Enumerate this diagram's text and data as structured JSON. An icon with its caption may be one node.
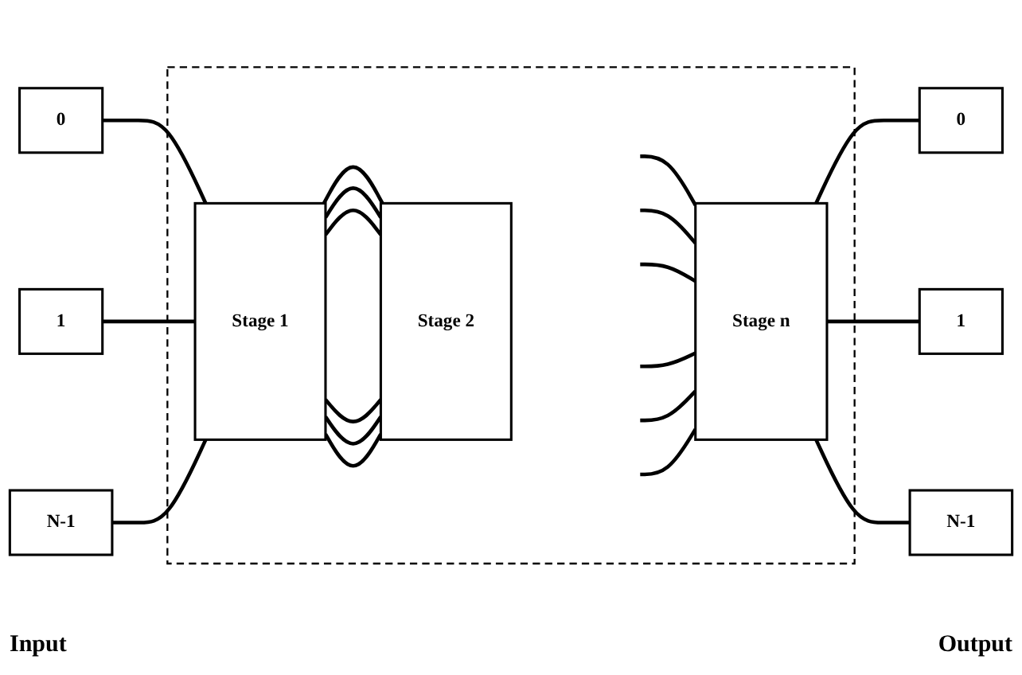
{
  "diagram": {
    "nodes": [
      {
        "text": [
          "0"
        ]
      },
      {
        "text": [
          "1"
        ]
      },
      {
        "text": [
          "N-1"
        ]
      },
      {
        "text": [],
        "shape": "box"
      },
      {
        "text": [
          "Stage 1"
        ],
        "in": 3
      },
      {
        "text": [
          "Stage 2"
        ],
        "in": 3
      },
      {
        "text": [
          "Stage n"
        ],
        "in": 3
      },
      {
        "text": [
          "0"
        ]
      },
      {
        "text": [
          "1"
        ]
      },
      {
        "text": [
          "N-1"
        ]
      }
    ],
    "edges": [
      {
        "from": 0,
        "to": 4,
        "arrow": "none"
      },
      {
        "from": 1,
        "to": 4,
        "arrow": "none"
      },
      {
        "from": 2,
        "to": 4,
        "arrow": "none"
      },
      {
        "from": 4,
        "to": 5,
        "arrow": "none"
      },
      {
        "from": 4,
        "to": 5,
        "arrow": "none"
      },
      {
        "from": 4,
        "to": 5,
        "arrow": "none"
      },
      {
        "from": 4,
        "to": 5,
        "arrow": "none"
      },
      {
        "from": 4,
        "to": 5,
        "arrow": "none"
      },
      {
        "from": 4,
        "to": 5,
        "arrow": "none"
      },
      {
        "from": null,
        "to": 6,
        "arrow": "none"
      },
      {
        "from": null,
        "to": 6,
        "arrow": "none"
      },
      {
        "from": null,
        "to": 6,
        "arrow": "none"
      },
      {
        "from": null,
        "to": 6,
        "arrow": "none"
      },
      {
        "from": null,
        "to": 6,
        "arrow": "none"
      },
      {
        "from": null,
        "to": 6,
        "arrow": "none"
      },
      {
        "from": 6,
        "to": 7,
        "arrow": "none"
      },
      {
        "from": 6,
        "to": 8,
        "arrow": "none"
      },
      {
        "from": 6,
        "to": 9,
        "arrow": "none"
      }
    ],
    "labels": [
      "Input",
      "Output"
    ]
  }
}
